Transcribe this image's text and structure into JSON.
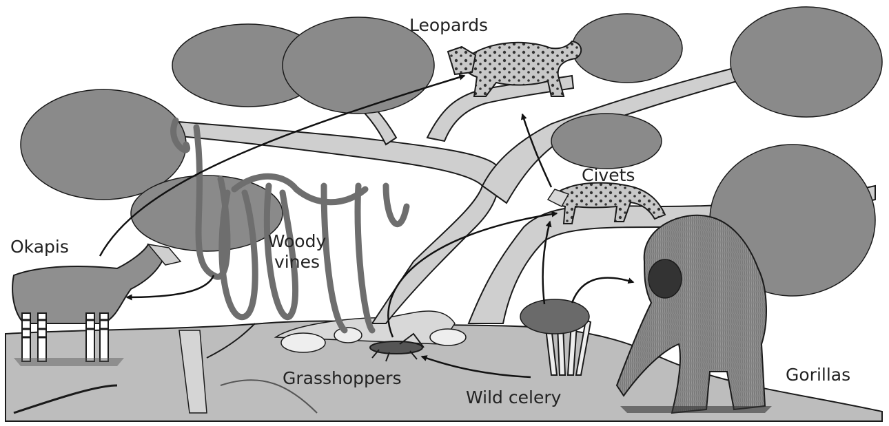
{
  "labels": {
    "leopards": "Leopards",
    "civets": "Civets",
    "okapis": "Okapis",
    "woody_vines_line1": "Woody",
    "woody_vines_line2": "vines",
    "grasshoppers": "Grasshoppers",
    "wild_celery": "Wild celery",
    "gorillas": "Gorillas"
  },
  "food_web_links": [
    {
      "from": "Okapis",
      "to": "Leopards"
    },
    {
      "from": "Woody vines",
      "to": "Okapis"
    },
    {
      "from": "Grasshoppers",
      "to": "Civets"
    },
    {
      "from": "Wild celery",
      "to": "Grasshoppers"
    },
    {
      "from": "Wild celery",
      "to": "Civets"
    },
    {
      "from": "Wild celery",
      "to": "Gorillas"
    },
    {
      "from": "Civets",
      "to": "Leopards"
    }
  ],
  "colors": {
    "ground": "#bdbdbd",
    "trunk": "#cfcfcf",
    "foliage": "#8a8a8a",
    "vines": "#6e6e6e",
    "outline": "#1a1a1a",
    "arrow": "#111111",
    "label_text": "#222222"
  }
}
